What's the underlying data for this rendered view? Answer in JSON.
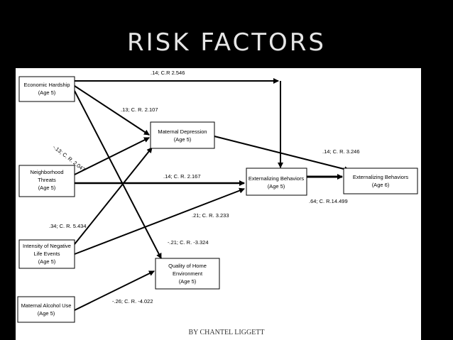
{
  "title": "RISK FACTORS",
  "credit": "BY CHANTEL LIGGETT",
  "boxes": {
    "economic_hardship": {
      "line1": "Economic Hardship",
      "line2": "(Age 5)"
    },
    "neighborhood_threats": {
      "line1": "Neighborhood",
      "line2": "Threats",
      "line3": "(Age 5)"
    },
    "negative_life_events": {
      "line1": "Intensity of Negative",
      "line2": "Life Events",
      "line3": "(Age 5)"
    },
    "maternal_alcohol": {
      "line1": "Maternal Alcohol Use",
      "line2": "(Age 5)"
    },
    "maternal_depression": {
      "line1": "Maternal Depression",
      "line2": "(Age 5)"
    },
    "quality_home": {
      "line1": "Quality of Home",
      "line2": "Environment",
      "line3": "(Age 5)"
    },
    "externalizing_5": {
      "line1": "Externalizing Behaviors",
      "line2": "(Age 5)"
    },
    "externalizing_6": {
      "line1": "Externalizing Behaviors",
      "line2": "(Age 6)"
    }
  },
  "paths": {
    "econ_to_ext5": ".14; C.R 2.546",
    "econ_to_matdep": ".13; C. R. 2.107",
    "econ_to_home": "-.13; C. R. 2.047",
    "neigh_to_ext5": ".14; C. R. 2.167",
    "life_to_matdep": ".34; C. R. 5.434",
    "life_to_ext5": ".21; C. R. 3.233",
    "life_to_home": "-.21; C. R. -3.324",
    "alcohol_to_home": "-.26; C. R. -4.022",
    "matdep_to_ext6": ".14; C. R. 3.246",
    "ext5_to_ext6": ".64; C. R.14.499"
  }
}
